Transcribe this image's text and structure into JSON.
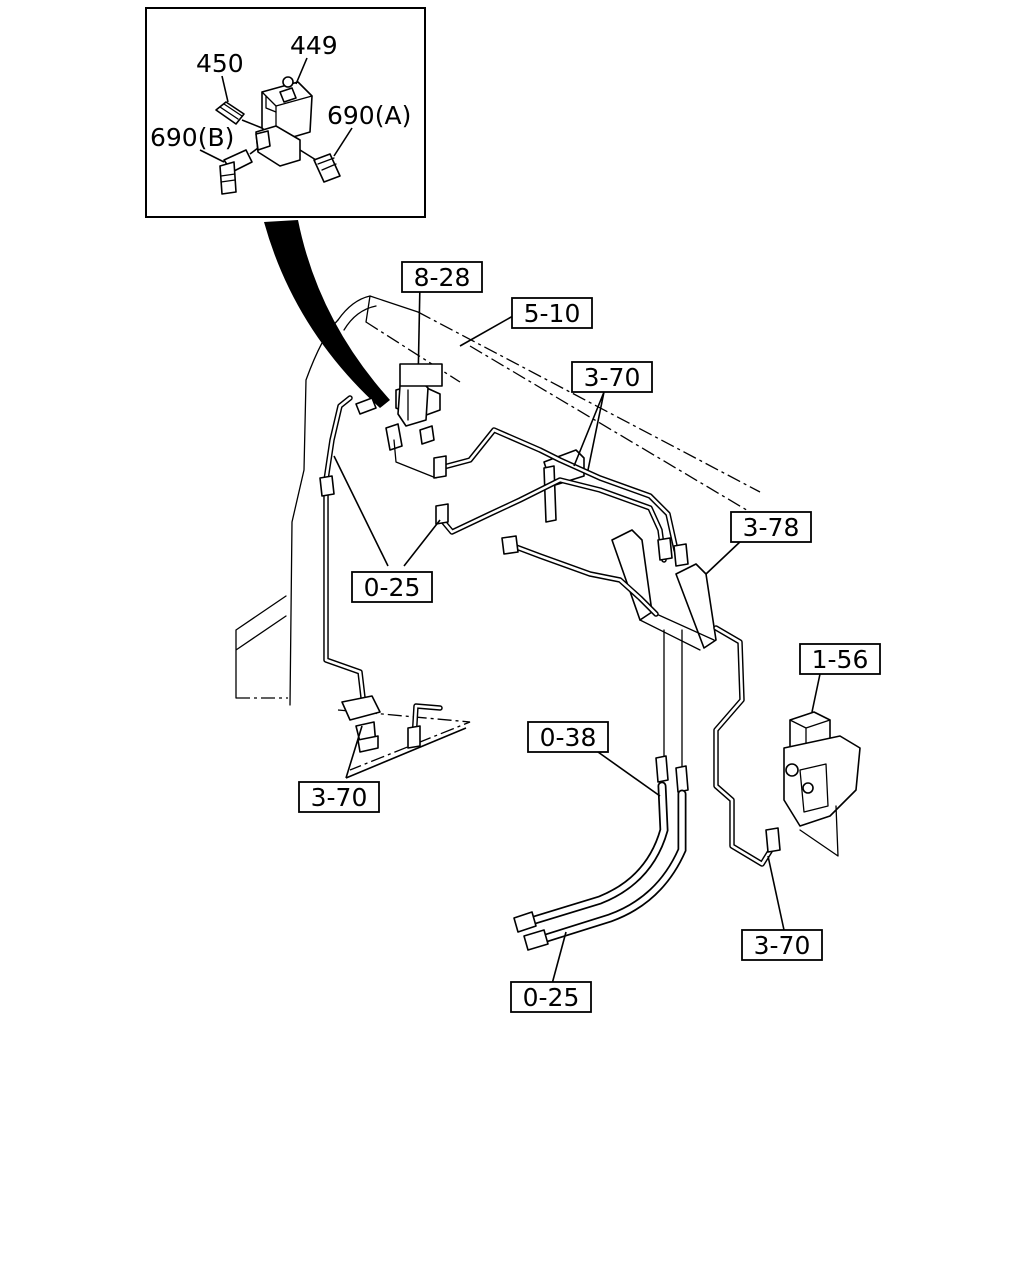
{
  "inset": {
    "labels": {
      "p449": "449",
      "p450": "450",
      "p690a": "690(A)",
      "p690b": "690(B)"
    }
  },
  "callouts": {
    "c_8_28": "8-28",
    "c_5_10": "5-10",
    "c_3_70_top": "3-70",
    "c_3_78": "3-78",
    "c_0_25_left": "0-25",
    "c_1_56": "1-56",
    "c_0_38": "0-38",
    "c_3_70_left": "3-70",
    "c_3_70_right": "3-70",
    "c_0_25_bottom": "0-25"
  }
}
